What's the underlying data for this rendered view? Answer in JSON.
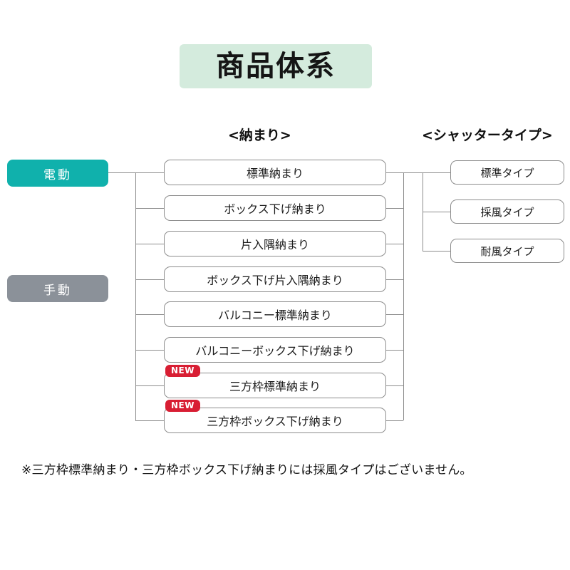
{
  "title": "商品体系",
  "column_headers": {
    "osamari": "<納まり>",
    "shutter_type": "<シャッタータイプ>"
  },
  "categories": [
    {
      "label": "電動",
      "color": "#10b1ac"
    },
    {
      "label": "手動",
      "color": "#8b9199"
    }
  ],
  "osamari_items": [
    {
      "label": "標準納まり",
      "badge": null
    },
    {
      "label": "ボックス下げ納まり",
      "badge": null
    },
    {
      "label": "片入隅納まり",
      "badge": null
    },
    {
      "label": "ボックス下げ片入隅納まり",
      "badge": null
    },
    {
      "label": "バルコニー標準納まり",
      "badge": null
    },
    {
      "label": "バルコニーボックス下げ納まり",
      "badge": null
    },
    {
      "label": "三方枠標準納まり",
      "badge": "NEW"
    },
    {
      "label": "三方枠ボックス下げ納まり",
      "badge": "NEW"
    }
  ],
  "shutter_types": [
    {
      "label": "標準タイプ"
    },
    {
      "label": "採風タイプ"
    },
    {
      "label": "耐風タイプ"
    }
  ],
  "badge_color": "#d81e33",
  "title_background": "#d4ebdd",
  "line_color": "#8d8d8d",
  "footnote": "※三方枠標準納まり・三方枠ボックス下げ納まりには採風タイプはございません。"
}
